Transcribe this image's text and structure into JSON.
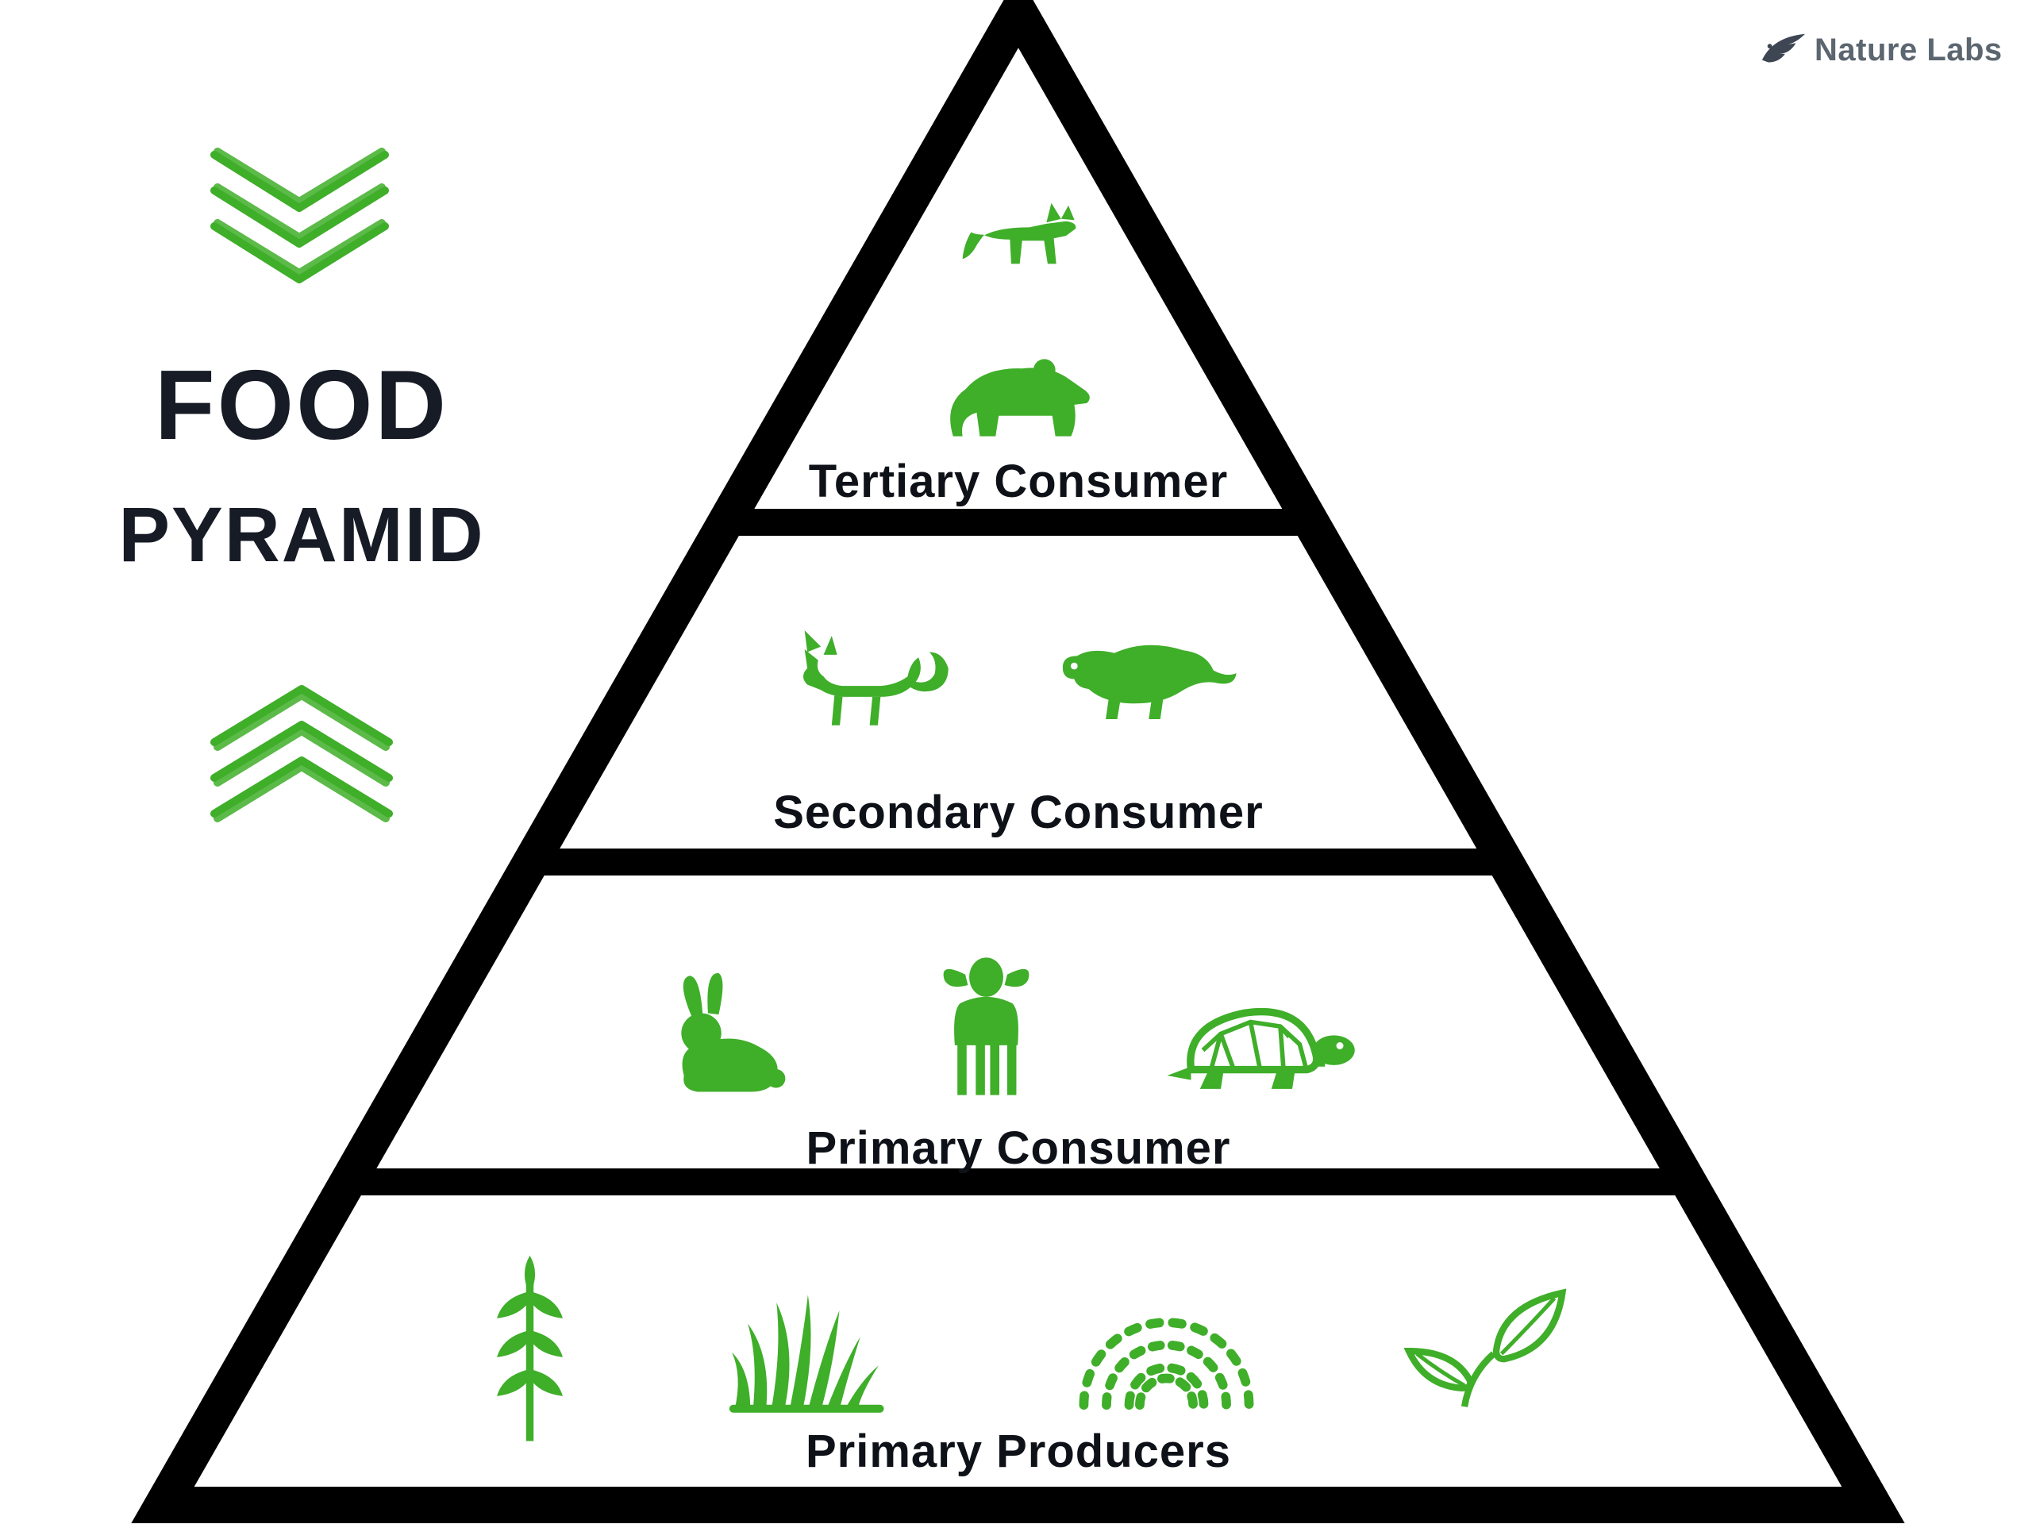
{
  "title": {
    "line1": "FOOD",
    "line2": "PYRAMID"
  },
  "brand": {
    "name": "Nature Labs"
  },
  "colors": {
    "icon_green": "#3fae29",
    "outline_black": "#000000",
    "title_dark": "#161b26",
    "label_dark": "#0e1218",
    "brand_gray": "#5c6670"
  },
  "pyramid": {
    "levels": [
      {
        "name": "tertiary-consumer",
        "label": "Tertiary Consumer",
        "icons": [
          "wolf-icon",
          "bear-icon"
        ]
      },
      {
        "name": "secondary-consumer",
        "label": "Secondary Consumer",
        "icons": [
          "fox-icon",
          "otter-icon"
        ]
      },
      {
        "name": "primary-consumer",
        "label": "Primary Consumer",
        "icons": [
          "rabbit-icon",
          "deer-icon",
          "turtle-icon"
        ]
      },
      {
        "name": "primary-producers",
        "label": "Primary Producers",
        "icons": [
          "wheat-icon",
          "grass-icon",
          "shrub-icon",
          "sprout-icon"
        ]
      }
    ]
  },
  "decorations": {
    "top": "triple-chevron-down",
    "bottom": "triple-chevron-up"
  }
}
